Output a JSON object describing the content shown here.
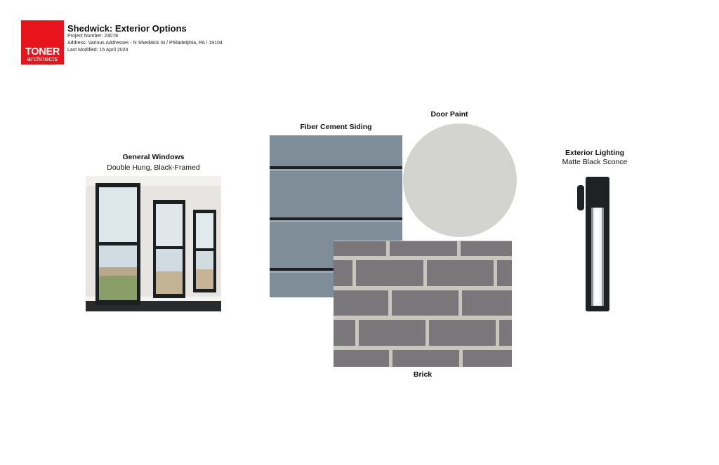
{
  "header": {
    "logo_name": "TONER",
    "logo_sub": "architects",
    "logo_copyright": "Copyright 2024, Toner Architects, Inc.",
    "title": "Shedwick: Exterior Options",
    "project_number": "Project Number: 23078",
    "address": "Address: Various Addresses - N Shedwick St / Philadelphia, PA / 19104",
    "last_modified": "Last Modified: 15 April 2024",
    "brand_color": "#e8141b"
  },
  "windows": {
    "title": "General Windows",
    "subtitle": "Double Hung, Black-Framed",
    "frame_color": "#1c1f22"
  },
  "siding": {
    "title": "Fiber Cement Siding",
    "color": "#7e8d97"
  },
  "door_paint": {
    "title": "Door Paint",
    "color": "#d3d3d0"
  },
  "brick": {
    "title": "Brick",
    "color": "#79777a",
    "mortar_color": "#c9c5bf"
  },
  "lighting": {
    "title": "Exterior Lighting",
    "subtitle": "Matte Black Sconce",
    "color": "#1f2224"
  }
}
